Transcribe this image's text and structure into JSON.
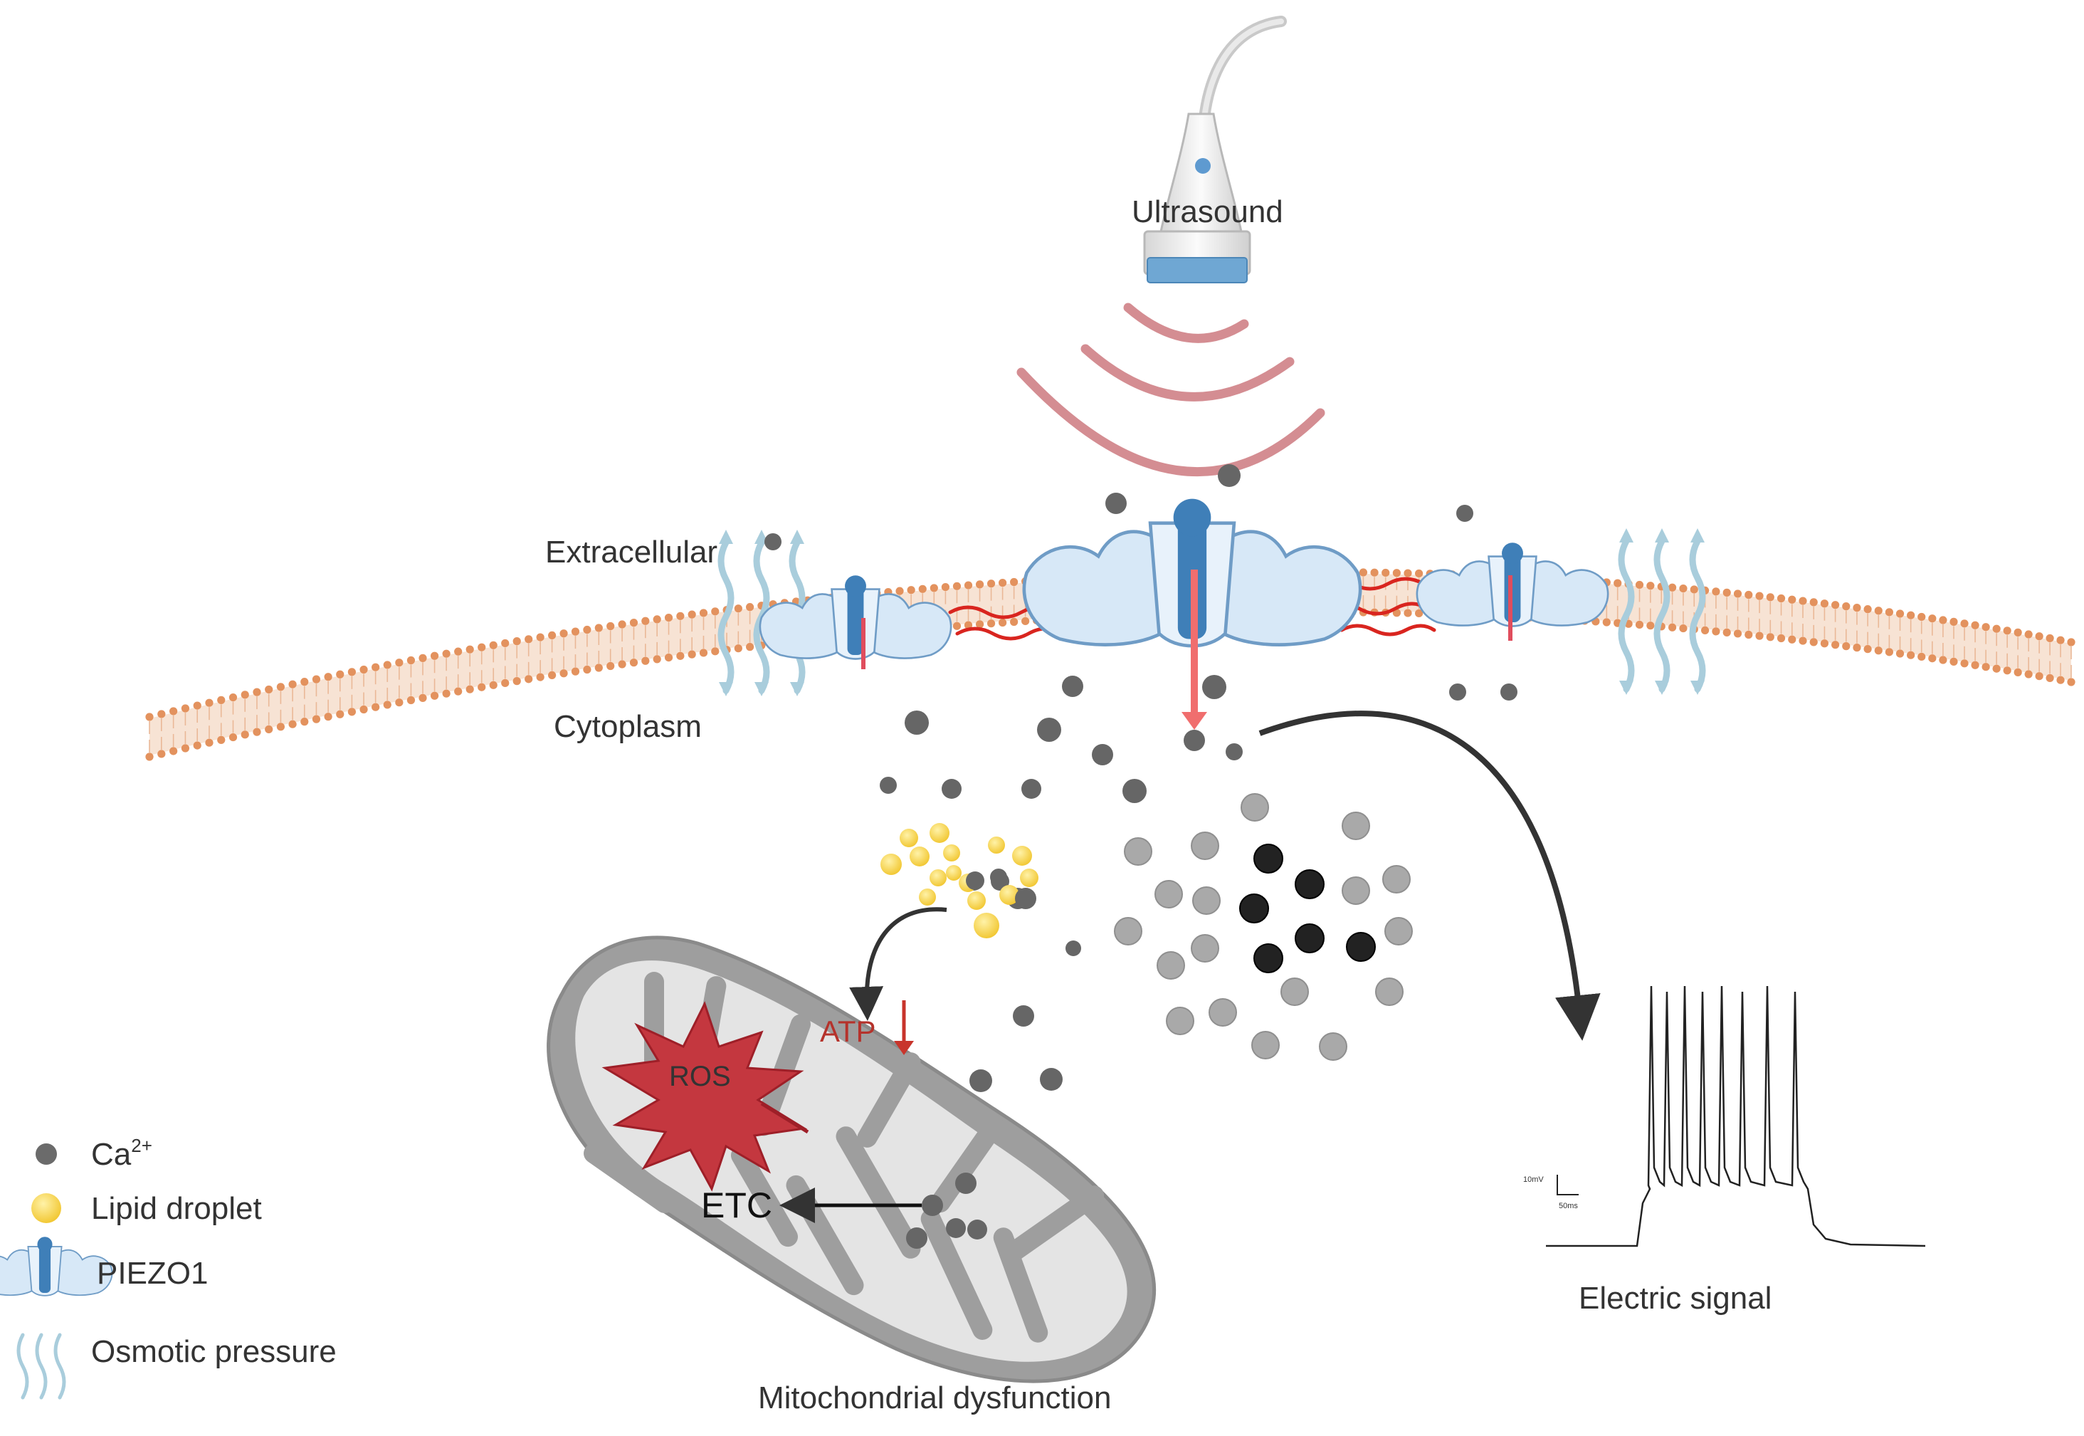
{
  "labels": {
    "ultrasound": "Ultrasound",
    "extracellular": "Extracellular",
    "cytoplasm": "Cytoplasm",
    "atp": "ATP",
    "ros": "ROS",
    "etc": "ETC",
    "mito_title": "Mitochondrial dysfunction",
    "signal_title": "Electric signal",
    "scale_mv": "10mV",
    "scale_ms": "50ms"
  },
  "legend": {
    "items": [
      {
        "label": "Ca",
        "sup": "2+",
        "icon": "calcium-ion-icon"
      },
      {
        "label": "Lipid droplet",
        "icon": "lipid-droplet-icon"
      },
      {
        "label": "PIEZO1",
        "icon": "piezo1-channel-icon"
      },
      {
        "label": "Osmotic pressure",
        "icon": "osmotic-pressure-icon"
      }
    ]
  },
  "colors": {
    "membrane_head": "#e59a6a",
    "membrane_tail": "#f6dcc8",
    "calcium": "#6b6b6b",
    "lipid": "#f5cf3a",
    "piezo_fill": "#d7e8f7",
    "piezo_core": "#3f7fb8",
    "wave": "#d98a8f",
    "ros": "#c0333a",
    "mito_outer": "#999999",
    "mito_inner": "#e6e6e6",
    "arrow": "#333333"
  }
}
